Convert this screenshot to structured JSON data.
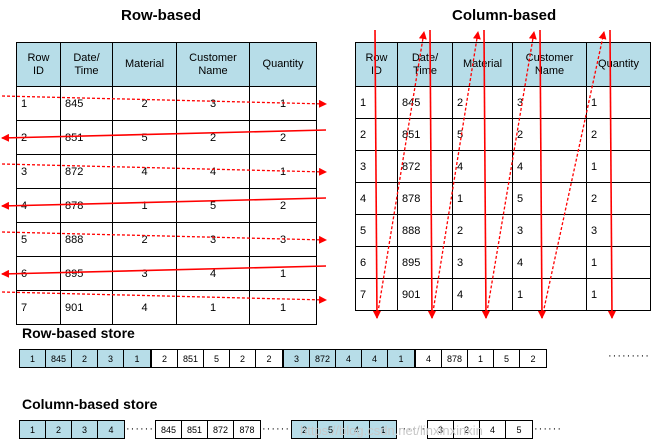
{
  "row_title": "Row-based",
  "col_title": "Column-based",
  "headers": [
    "Row\nID",
    "Date/\nTime",
    "Material",
    "Customer\nName",
    "Quantity"
  ],
  "rows": [
    [
      "1",
      "845",
      "2",
      "3",
      "1"
    ],
    [
      "2",
      "851",
      "5",
      "2",
      "2"
    ],
    [
      "3",
      "872",
      "4",
      "4",
      "1"
    ],
    [
      "4",
      "878",
      "1",
      "5",
      "2"
    ],
    [
      "5",
      "888",
      "2",
      "3",
      "3"
    ],
    [
      "6",
      "895",
      "3",
      "4",
      "1"
    ],
    [
      "7",
      "901",
      "4",
      "1",
      "1"
    ]
  ],
  "row_store_label": "Row-based store",
  "col_store_label": "Column-based store",
  "row_store": [
    [
      "1",
      "845",
      "2",
      "3",
      "1"
    ],
    [
      "2",
      "851",
      "5",
      "2",
      "2"
    ],
    [
      "3",
      "872",
      "4",
      "4",
      "1"
    ],
    [
      "4",
      "878",
      "1",
      "5",
      "2"
    ]
  ],
  "col_store": [
    [
      "1",
      "2",
      "3",
      "4"
    ],
    [
      "845",
      "851",
      "872",
      "878"
    ],
    [
      "2",
      "5",
      "4",
      "1"
    ],
    [
      "3",
      "2",
      "4",
      "5"
    ]
  ],
  "ellipsis": "·········",
  "watermark": "https://blog.csdn.net/linxinxinxin",
  "colors": {
    "header_fill": "#b7dde8",
    "arrow": "#ff0000"
  }
}
